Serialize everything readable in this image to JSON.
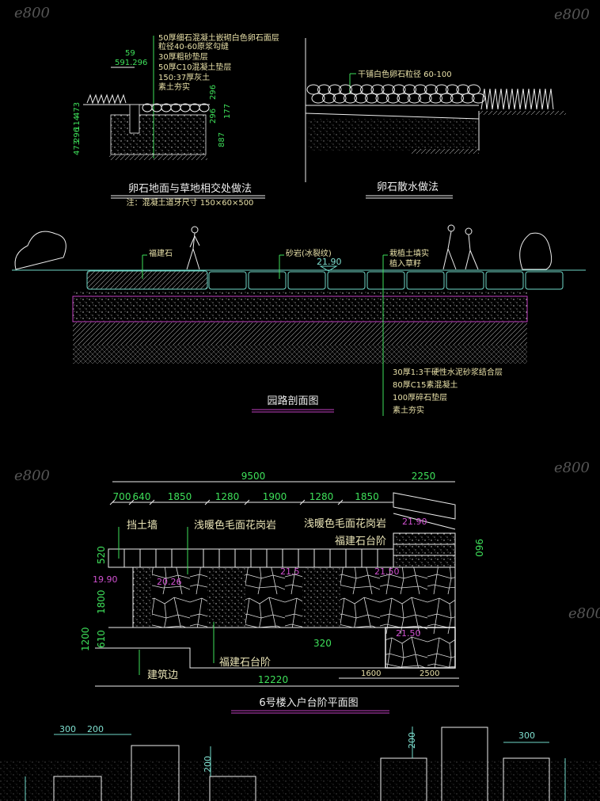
{
  "watermark": "e800",
  "detail_pebble_grass": {
    "layers": [
      "50厚细石混凝土嵌砌白色卵石面层",
      "粒径40-60原浆勾缝",
      "30厚粗砂垫层",
      "50厚C10混凝土垫层",
      "150:37厚灰土",
      "素土夯实"
    ],
    "dims_top": [
      "59",
      "591.296"
    ],
    "dims_left": [
      "473",
      "114",
      "296",
      "473"
    ],
    "dims_right": [
      "296",
      "177",
      "296",
      "887"
    ],
    "title": "卵石地面与草地相交处做法",
    "note": "注：混凝土道牙尺寸 150×60×500"
  },
  "detail_pebble_drain": {
    "label": "干铺白色卵石粒径 60-100",
    "title": "卵石散水做法"
  },
  "path_section": {
    "labels": [
      "福建石",
      "砂岩(冰裂纹)",
      "栽植土填实",
      "植入草籽"
    ],
    "elevation": "21.90",
    "layers": [
      "30厚1:3干硬性水泥砂浆结合层",
      "80厚C15素混凝土",
      "100厚碎石垫层",
      "素土夯实"
    ],
    "title": "园路剖面图"
  },
  "entrance_plan": {
    "dim_total_top": "9500",
    "dim_right_top": "2250",
    "dims_segments": [
      "700",
      "640",
      "1850",
      "1280",
      "1900",
      "1280",
      "1850"
    ],
    "labels": {
      "retaining_wall": "挡土墙",
      "granite_left": "浅暖色毛面花岗岩",
      "granite_right": "浅暖色毛面花岗岩",
      "fujian_steps_right": "福建石台阶",
      "fujian_steps_bottom": "福建石台阶",
      "building_edge": "建筑边"
    },
    "elevations": [
      "21.90",
      "19.90",
      "20.26",
      "21.5",
      "21.50",
      "21.50"
    ],
    "dims_vertical": [
      "520",
      "960",
      "1800",
      "1200",
      "610"
    ],
    "dim_step": "320",
    "dim_total_bottom": "12220",
    "dims_bottom": [
      "1600",
      "2500"
    ],
    "title": "6号楼入户台阶平面图"
  },
  "bottom_elevation": {
    "dims": [
      "300",
      "200",
      "200",
      "200",
      "300"
    ]
  }
}
